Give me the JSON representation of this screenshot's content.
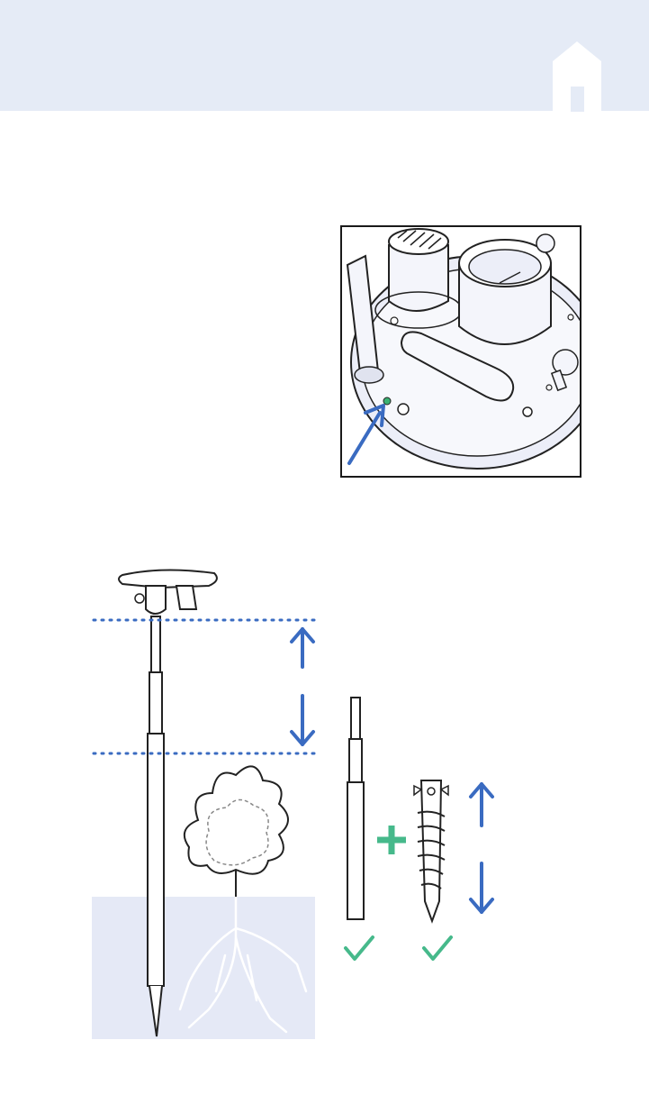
{
  "page": {
    "background": "#ffffff"
  },
  "header": {
    "band_color": "#e5ebf6",
    "icon": "house-icon"
  },
  "photo": {
    "subject": "sensor-base-underside",
    "indicator_led_color": "#3bb273",
    "arrow_color": "#3a6bc1",
    "arrow_icon": "arrow-up-right-icon"
  },
  "illustration": {
    "accent_blue": "#3a6bc1",
    "accent_green": "#46b98b",
    "ground_color": "#e5e9f6",
    "icons": [
      "arrow-up-icon",
      "arrow-down-icon",
      "plus-icon",
      "checkmark-icon",
      "tree-icon",
      "dotted-line"
    ],
    "check_count": 2
  }
}
